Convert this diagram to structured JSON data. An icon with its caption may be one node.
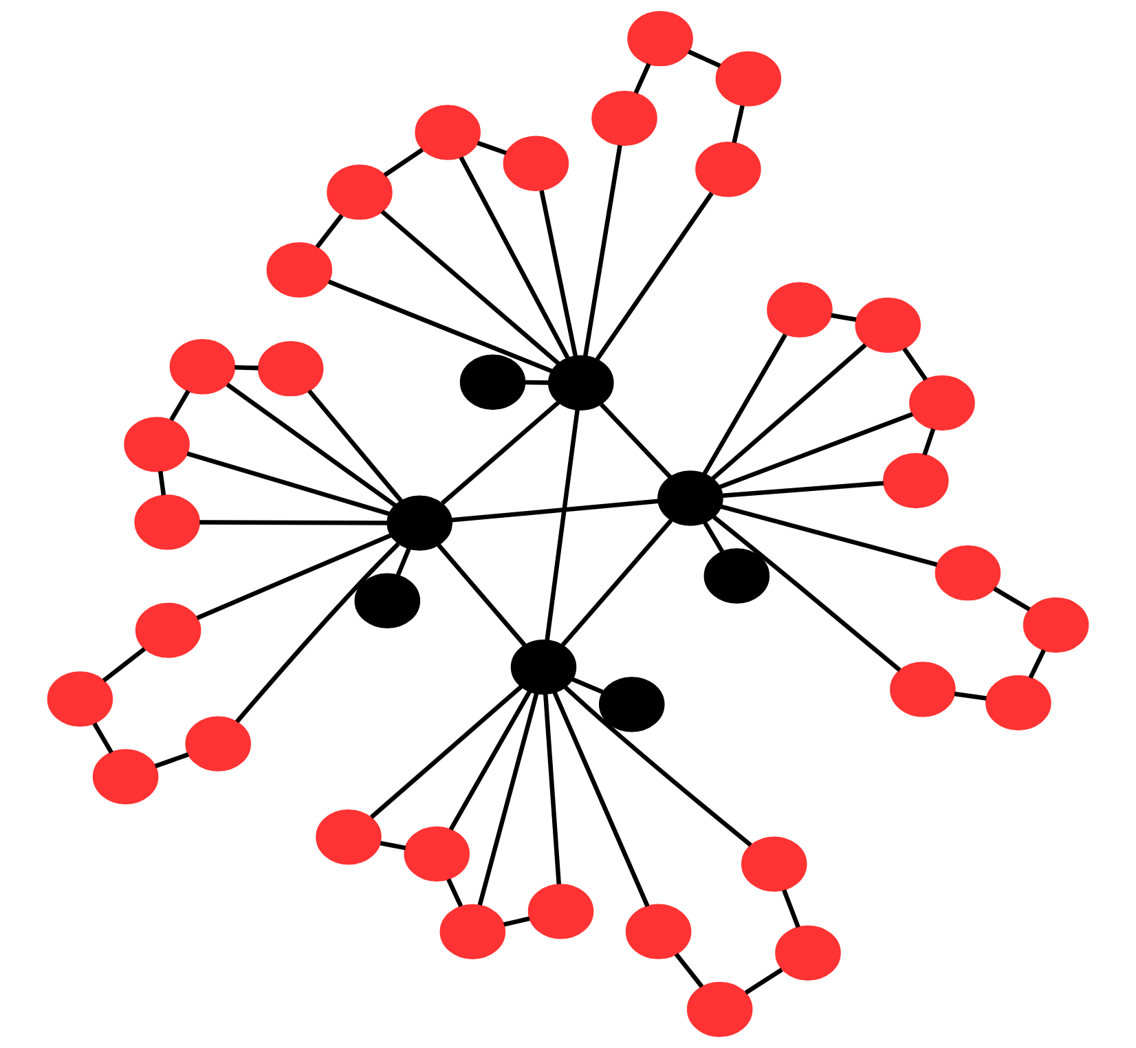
{
  "diagram": {
    "nodes": [
      {
        "text": [],
        "shape": "ellipse"
      },
      {
        "text": [],
        "shape": "ellipse"
      },
      {
        "text": [],
        "shape": "ellipse"
      },
      {
        "text": [],
        "shape": "ellipse"
      },
      {
        "text": [],
        "shape": "ellipse"
      },
      {
        "text": [],
        "shape": "ellipse"
      },
      {
        "text": [],
        "shape": "ellipse"
      },
      {
        "text": [],
        "shape": "ellipse"
      },
      {
        "text": [],
        "shape": "ellipse"
      },
      {
        "text": [],
        "shape": "ellipse"
      },
      {
        "text": [],
        "shape": "ellipse"
      },
      {
        "text": [],
        "shape": "ellipse"
      },
      {
        "text": [],
        "shape": "ellipse"
      },
      {
        "text": [],
        "shape": "ellipse"
      },
      {
        "text": [],
        "shape": "ellipse"
      },
      {
        "text": [],
        "shape": "ellipse"
      },
      {
        "text": [],
        "shape": "ellipse"
      },
      {
        "text": [],
        "shape": "ellipse"
      },
      {
        "text": [],
        "shape": "ellipse"
      },
      {
        "text": [],
        "shape": "ellipse"
      },
      {
        "text": [],
        "shape": "ellipse"
      },
      {
        "text": [],
        "shape": "ellipse"
      },
      {
        "text": [],
        "shape": "ellipse"
      },
      {
        "text": [],
        "shape": "ellipse"
      },
      {
        "text": [],
        "shape": "ellipse"
      },
      {
        "text": [],
        "shape": "ellipse"
      },
      {
        "text": [],
        "shape": "ellipse"
      },
      {
        "text": [],
        "shape": "ellipse"
      },
      {
        "text": [],
        "shape": "ellipse"
      },
      {
        "text": [],
        "shape": "ellipse"
      },
      {
        "text": [],
        "shape": "ellipse"
      },
      {
        "text": [],
        "shape": "ellipse"
      },
      {
        "text": [],
        "shape": "ellipse"
      },
      {
        "text": [],
        "shape": "ellipse"
      },
      {
        "text": [],
        "shape": "ellipse"
      },
      {
        "text": [],
        "shape": "ellipse"
      },
      {
        "text": [],
        "shape": "ellipse"
      },
      {
        "text": [],
        "shape": "ellipse"
      },
      {
        "text": [],
        "shape": "ellipse"
      },
      {
        "text": [],
        "shape": "ellipse"
      }
    ],
    "edges": [
      {
        "from": 0,
        "to": 1,
        "arrow": "none"
      },
      {
        "from": 0,
        "to": 2,
        "arrow": "none"
      },
      {
        "from": 0,
        "to": 3,
        "arrow": "none"
      },
      {
        "from": 1,
        "to": 2,
        "arrow": "none"
      },
      {
        "from": 1,
        "to": 3,
        "arrow": "none"
      },
      {
        "from": 2,
        "to": 3,
        "arrow": "none"
      },
      {
        "from": 0,
        "to": 4,
        "arrow": "none"
      },
      {
        "from": 1,
        "to": 5,
        "arrow": "none"
      },
      {
        "from": 2,
        "to": 6,
        "arrow": "none"
      },
      {
        "from": 3,
        "to": 7,
        "arrow": "none"
      },
      {
        "from": 0,
        "to": 8,
        "arrow": "none"
      },
      {
        "from": 0,
        "to": 9,
        "arrow": "none"
      },
      {
        "from": 0,
        "to": 10,
        "arrow": "none"
      },
      {
        "from": 0,
        "to": 11,
        "arrow": "none"
      },
      {
        "from": 0,
        "to": 12,
        "arrow": "none"
      },
      {
        "from": 0,
        "to": 15,
        "arrow": "none"
      },
      {
        "from": 1,
        "to": 16,
        "arrow": "none"
      },
      {
        "from": 1,
        "to": 19,
        "arrow": "none"
      },
      {
        "from": 1,
        "to": 20,
        "arrow": "none"
      },
      {
        "from": 1,
        "to": 21,
        "arrow": "none"
      },
      {
        "from": 1,
        "to": 22,
        "arrow": "none"
      },
      {
        "from": 1,
        "to": 23,
        "arrow": "none"
      },
      {
        "from": 3,
        "to": 24,
        "arrow": "none"
      },
      {
        "from": 3,
        "to": 27,
        "arrow": "none"
      },
      {
        "from": 3,
        "to": 28,
        "arrow": "none"
      },
      {
        "from": 3,
        "to": 29,
        "arrow": "none"
      },
      {
        "from": 3,
        "to": 30,
        "arrow": "none"
      },
      {
        "from": 3,
        "to": 31,
        "arrow": "none"
      },
      {
        "from": 2,
        "to": 32,
        "arrow": "none"
      },
      {
        "from": 2,
        "to": 35,
        "arrow": "none"
      },
      {
        "from": 2,
        "to": 36,
        "arrow": "none"
      },
      {
        "from": 2,
        "to": 37,
        "arrow": "none"
      },
      {
        "from": 2,
        "to": 38,
        "arrow": "none"
      },
      {
        "from": 2,
        "to": 39,
        "arrow": "none"
      },
      {
        "from": 8,
        "to": 9,
        "arrow": "none"
      },
      {
        "from": 9,
        "to": 10,
        "arrow": "none"
      },
      {
        "from": 10,
        "to": 11,
        "arrow": "none"
      },
      {
        "from": 12,
        "to": 13,
        "arrow": "none"
      },
      {
        "from": 13,
        "to": 14,
        "arrow": "none"
      },
      {
        "from": 14,
        "to": 15,
        "arrow": "none"
      },
      {
        "from": 16,
        "to": 17,
        "arrow": "none"
      },
      {
        "from": 17,
        "to": 18,
        "arrow": "none"
      },
      {
        "from": 18,
        "to": 19,
        "arrow": "none"
      },
      {
        "from": 20,
        "to": 21,
        "arrow": "none"
      },
      {
        "from": 21,
        "to": 22,
        "arrow": "none"
      },
      {
        "from": 22,
        "to": 23,
        "arrow": "none"
      },
      {
        "from": 24,
        "to": 25,
        "arrow": "none"
      },
      {
        "from": 25,
        "to": 26,
        "arrow": "none"
      },
      {
        "from": 26,
        "to": 27,
        "arrow": "none"
      },
      {
        "from": 28,
        "to": 29,
        "arrow": "none"
      },
      {
        "from": 29,
        "to": 30,
        "arrow": "none"
      },
      {
        "from": 30,
        "to": 31,
        "arrow": "none"
      },
      {
        "from": 32,
        "to": 33,
        "arrow": "none"
      },
      {
        "from": 33,
        "to": 34,
        "arrow": "none"
      },
      {
        "from": 34,
        "to": 35,
        "arrow": "none"
      },
      {
        "from": 36,
        "to": 37,
        "arrow": "none"
      },
      {
        "from": 37,
        "to": 38,
        "arrow": "none"
      },
      {
        "from": 38,
        "to": 39,
        "arrow": "none"
      }
    ]
  }
}
